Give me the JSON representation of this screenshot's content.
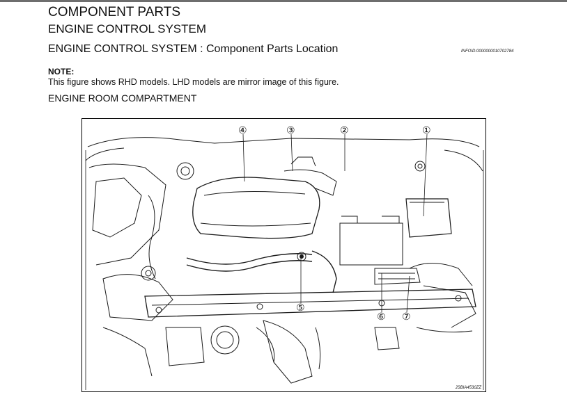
{
  "header": {
    "title": "COMPONENT PARTS",
    "subtitle": "ENGINE CONTROL SYSTEM",
    "section_title": "ENGINE CONTROL SYSTEM : Component Parts Location",
    "info_id": "INFOID:0000000010702784"
  },
  "note": {
    "label": "NOTE:",
    "text": "This figure shows RHD models. LHD models are mirror image of this figure."
  },
  "section": {
    "title": "ENGINE ROOM COMPARTMENT"
  },
  "figure": {
    "id": "JSBIA4530ZZ",
    "callouts": [
      "①",
      "②",
      "③",
      "④",
      "⑤",
      "⑥",
      "⑦"
    ]
  }
}
